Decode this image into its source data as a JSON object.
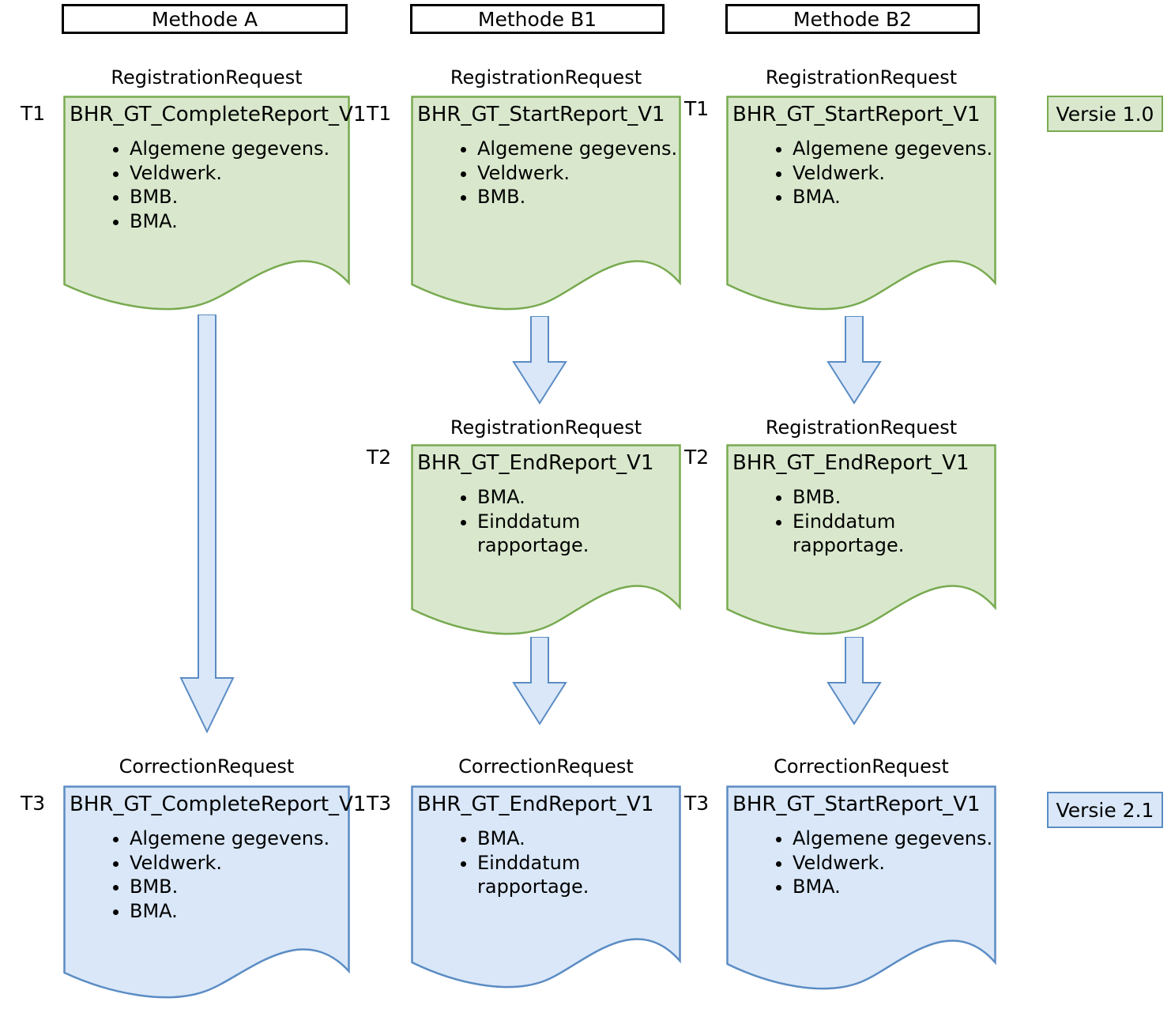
{
  "colors": {
    "green_fill": "#d9e8cd",
    "green_stroke": "#78aa50",
    "blue_fill": "#d9e7f8",
    "blue_stroke": "#5b8cc4",
    "header_stroke": "#000000"
  },
  "headers": [
    {
      "label": "Methode A"
    },
    {
      "label": "Methode B1"
    },
    {
      "label": "Methode B2"
    }
  ],
  "legend": [
    {
      "label": "Versie 1.0",
      "variant": "green"
    },
    {
      "label": "Versie 2.1",
      "variant": "blue"
    }
  ],
  "documents": [
    {
      "id": "a-t1",
      "column": "Methode A",
      "caption": "RegistrationRequest",
      "title": "BHR_GT_CompleteReport_V1",
      "items": [
        "Algemene gegevens.",
        "Veldwerk.",
        "BMB.",
        "BMA."
      ],
      "time_left": "T1",
      "time_right": "",
      "variant": "green"
    },
    {
      "id": "b1-t1",
      "column": "Methode B1",
      "caption": "RegistrationRequest",
      "title": "BHR_GT_StartReport_V1",
      "items": [
        "Algemene gegevens.",
        "Veldwerk.",
        "BMB."
      ],
      "time_left": "T1",
      "time_right": "T1",
      "variant": "green"
    },
    {
      "id": "b2-t1",
      "column": "Methode B2",
      "caption": "RegistrationRequest",
      "title": "BHR_GT_StartReport_V1",
      "items": [
        "Algemene gegevens.",
        "Veldwerk.",
        "BMA."
      ],
      "time_left": "",
      "time_right": "",
      "variant": "green"
    },
    {
      "id": "b1-t2",
      "column": "Methode B1",
      "caption": "RegistrationRequest",
      "title": "BHR_GT_EndReport_V1",
      "items": [
        "BMA.",
        "Einddatum rapportage."
      ],
      "time_left": "T2",
      "time_right": "T2",
      "variant": "green"
    },
    {
      "id": "b2-t2",
      "column": "Methode B2",
      "caption": "RegistrationRequest",
      "title": "BHR_GT_EndReport_V1",
      "items": [
        "BMB.",
        "Einddatum rapportage."
      ],
      "time_left": "",
      "time_right": "",
      "variant": "green"
    },
    {
      "id": "a-t3",
      "column": "Methode A",
      "caption": "CorrectionRequest",
      "title": "BHR_GT_CompleteReport_V1",
      "items": [
        "Algemene gegevens.",
        "Veldwerk.",
        "BMB.",
        "BMA."
      ],
      "time_left": "T3",
      "time_right": "",
      "variant": "blue"
    },
    {
      "id": "b1-t3",
      "column": "Methode B1",
      "caption": "CorrectionRequest",
      "title": "BHR_GT_EndReport_V1",
      "items": [
        "BMA.",
        "Einddatum rapportage."
      ],
      "time_left": "T3",
      "time_right": "T3",
      "variant": "blue"
    },
    {
      "id": "b2-t3",
      "column": "Methode B2",
      "caption": "CorrectionRequest",
      "title": "BHR_GT_StartReport_V1",
      "items": [
        "Algemene gegevens.",
        "Veldwerk.",
        "BMA."
      ],
      "time_left": "",
      "time_right": "",
      "variant": "blue"
    }
  ],
  "arrows": [
    {
      "id": "arrow-a-t1-to-t3",
      "from": "a-t1",
      "to": "a-t3"
    },
    {
      "id": "arrow-b1-t1-to-t2",
      "from": "b1-t1",
      "to": "b1-t2"
    },
    {
      "id": "arrow-b2-t1-to-t2",
      "from": "b2-t1",
      "to": "b2-t2"
    },
    {
      "id": "arrow-b1-t2-to-t3",
      "from": "b1-t2",
      "to": "b1-t3"
    },
    {
      "id": "arrow-b2-t2-to-t3",
      "from": "b2-t2",
      "to": "b2-t3"
    }
  ]
}
